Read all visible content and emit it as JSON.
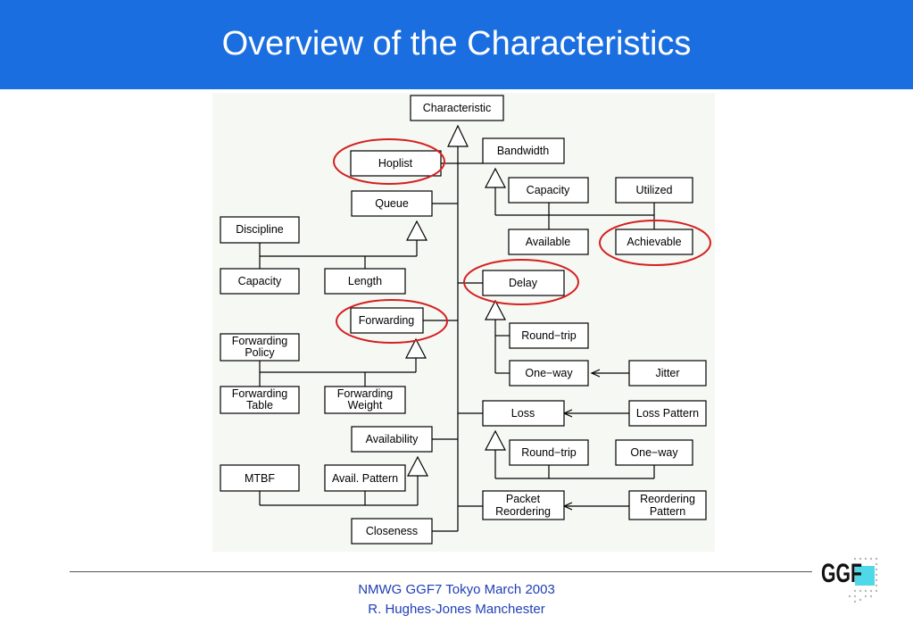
{
  "header": {
    "title": "Overview of the Characteristics"
  },
  "diagram": {
    "nodes": {
      "characteristic": "Characteristic",
      "hoplist": "Hoplist",
      "queue": "Queue",
      "discipline": "Discipline",
      "queue_capacity": "Capacity",
      "length": "Length",
      "forwarding": "Forwarding",
      "forwarding_policy": [
        "Forwarding",
        "Policy"
      ],
      "forwarding_table": [
        "Forwarding",
        "Table"
      ],
      "forwarding_weight": [
        "Forwarding",
        "Weight"
      ],
      "availability": "Availability",
      "mtbf": "MTBF",
      "avail_pattern": "Avail. Pattern",
      "closeness": "Closeness",
      "bandwidth": "Bandwidth",
      "bw_capacity": "Capacity",
      "utilized": "Utilized",
      "available": "Available",
      "achievable": "Achievable",
      "delay": "Delay",
      "delay_round_trip": "Round−trip",
      "delay_one_way": "One−way",
      "jitter": "Jitter",
      "loss": "Loss",
      "loss_pattern": "Loss Pattern",
      "loss_round_trip": "Round−trip",
      "loss_one_way": "One−way",
      "packet_reordering": [
        "Packet",
        "Reordering"
      ],
      "reordering_pattern": [
        "Reordering",
        "Pattern"
      ]
    }
  },
  "footer": {
    "line1": "NMWG GGF7 Tokyo March 2003",
    "line2": "R. Hughes-Jones  Manchester"
  },
  "logo": {
    "text": "GGF",
    "accent": "#4fd8e8"
  },
  "colors": {
    "title_bar": "#1a6ee0",
    "highlight": "#d42020",
    "footer_text": "#1f3fb5"
  }
}
